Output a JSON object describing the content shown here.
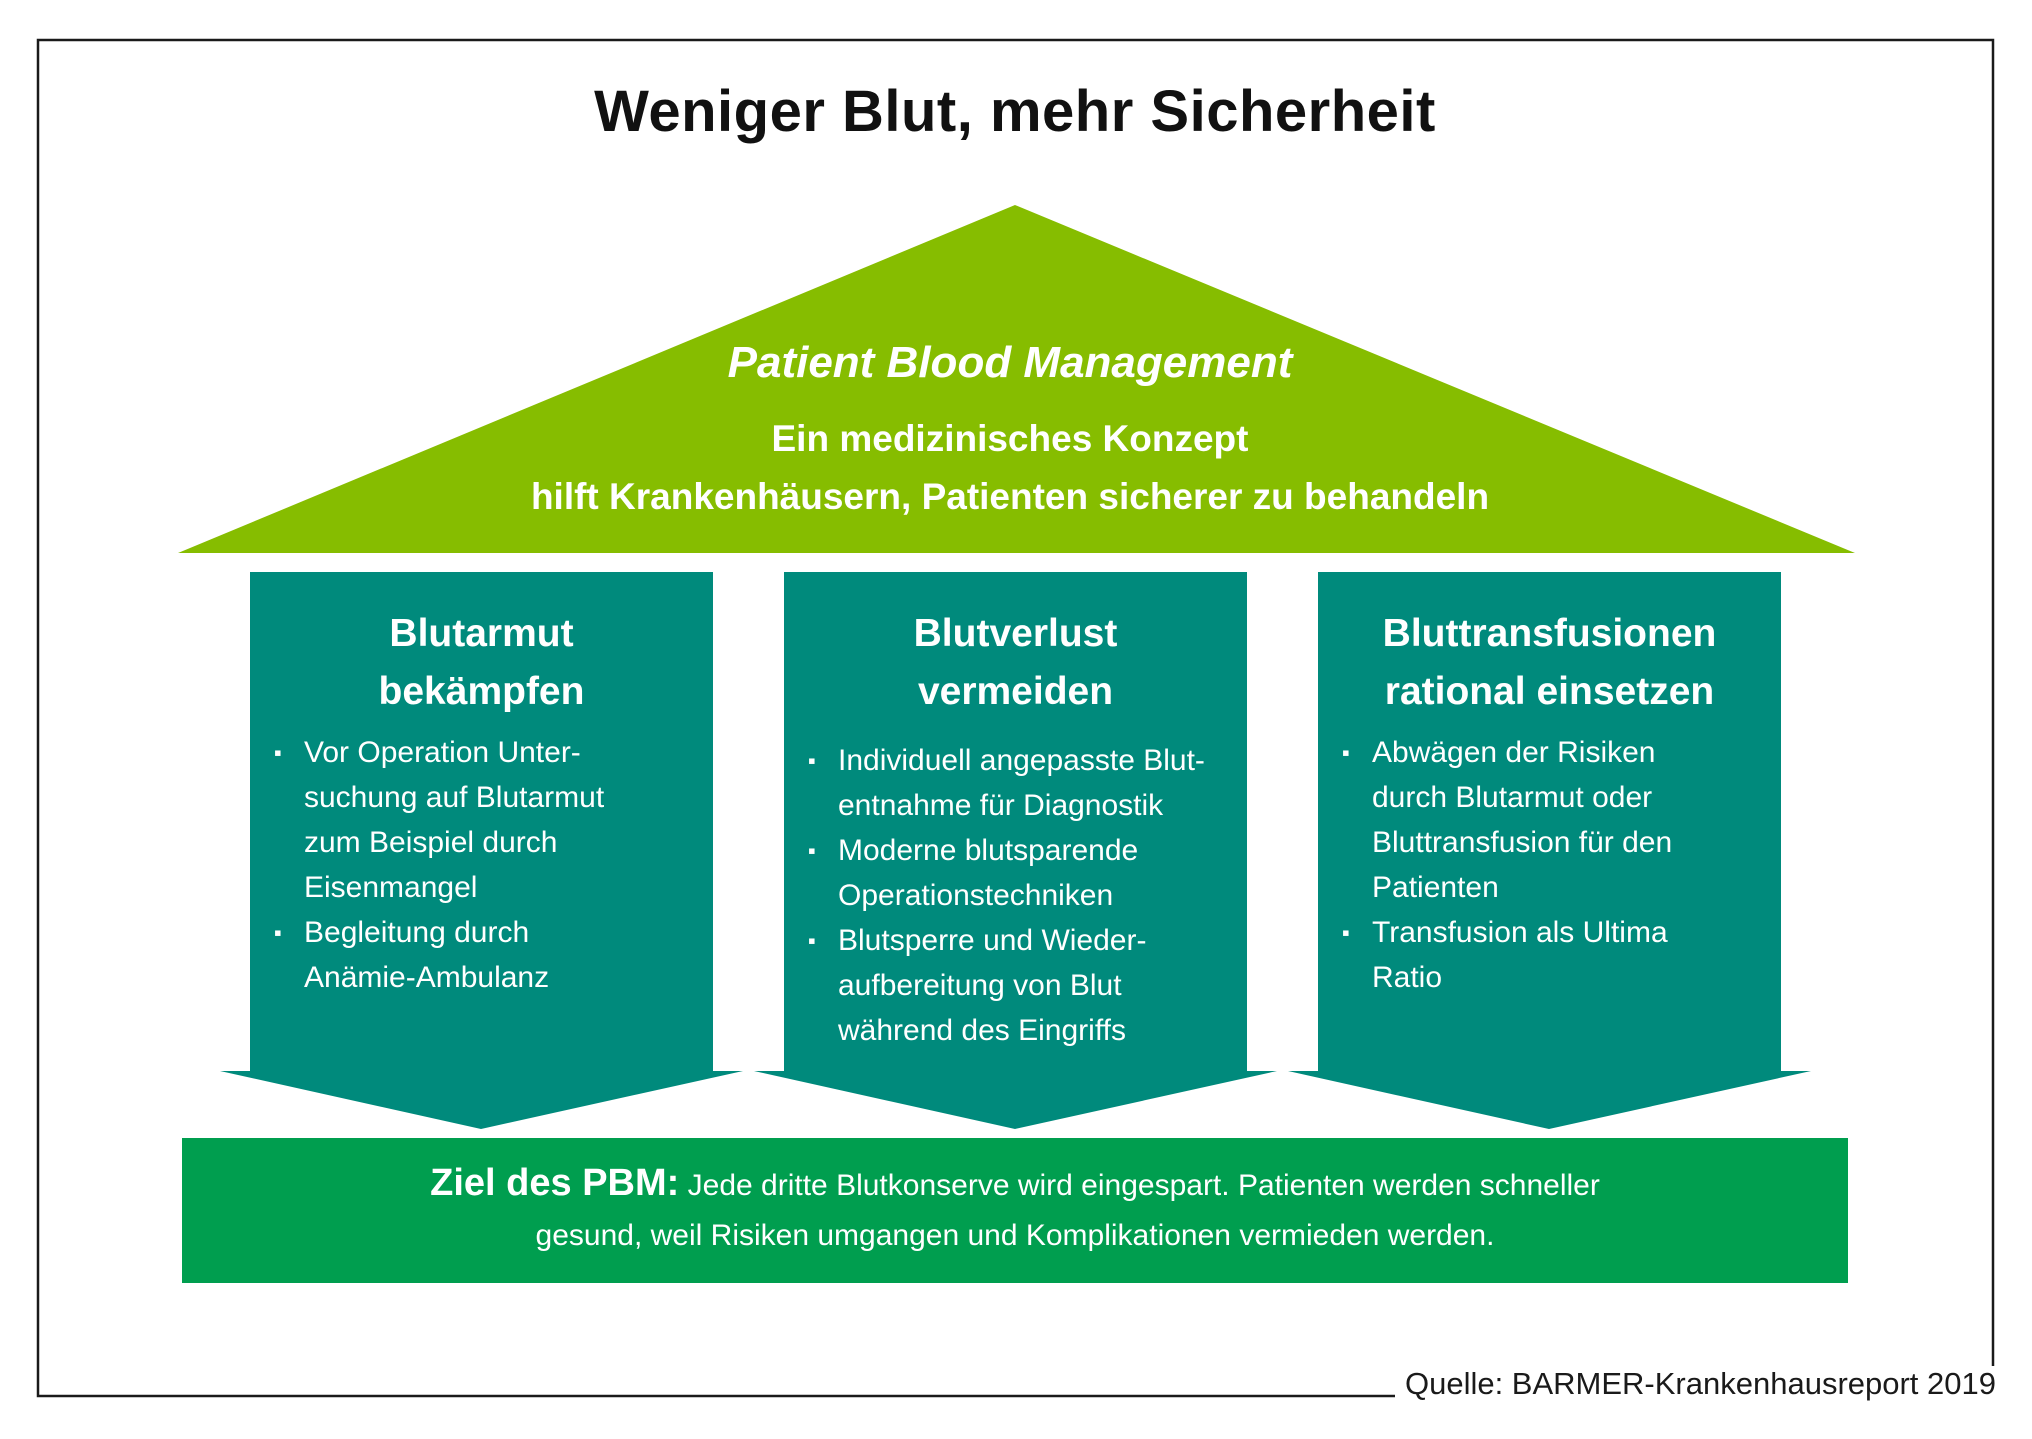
{
  "title": "Weniger Blut, mehr Sicherheit",
  "colors": {
    "roof": "#86bd00",
    "pillar": "#008a7c",
    "goal": "#009e4f",
    "text_light": "#ffffff",
    "frame": "#1a1a1a"
  },
  "roof": {
    "heading": "Patient Blood Management",
    "line1": "Ein medizinisches Konzept",
    "line2": "hilft Krankenhäusern, Patienten sicherer zu behandeln"
  },
  "pillars": [
    {
      "title_line1": "Blutarmut",
      "title_line2": "bekämpfen",
      "items": [
        [
          "Vor Operation Unter-",
          "suchung auf Blutarmut",
          "zum Beispiel durch",
          "Eisenmangel"
        ],
        [
          "Begleitung durch",
          "Anämie-Ambulanz"
        ]
      ]
    },
    {
      "title_line1": "Blutverlust",
      "title_line2": "vermeiden",
      "items": [
        [
          "Individuell angepasste Blut-",
          "entnahme für Diagnostik"
        ],
        [
          "Moderne blutsparende",
          "Operationstechniken"
        ],
        [
          "Blutsperre und Wieder-",
          "aufbereitung von Blut",
          "während des Eingriffs"
        ]
      ]
    },
    {
      "title_line1": "Bluttransfusionen",
      "title_line2": "rational einsetzen",
      "items": [
        [
          "Abwägen der Risiken",
          "durch Blutarmut oder",
          "Bluttransfusion für den",
          "Patienten"
        ],
        [
          "Transfusion als Ultima",
          "Ratio"
        ]
      ]
    }
  ],
  "bullet_symbol": "▪",
  "goal": {
    "label": "Ziel des PBM:",
    "text_line1": "Jede dritte Blutkonserve wird eingespart. Patienten werden schneller",
    "text_line2": "gesund, weil Risiken umgangen und Komplikationen vermieden werden."
  },
  "source": "Quelle: BARMER-Krankenhausreport 2019"
}
